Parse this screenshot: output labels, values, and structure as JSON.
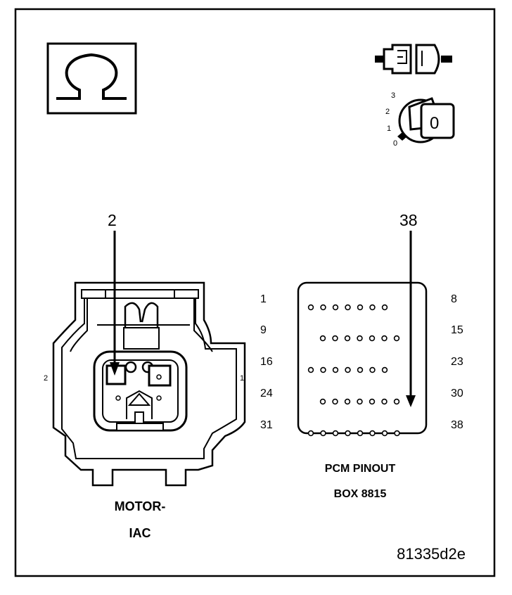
{
  "ohm_icon": {
    "symbol": "Ω",
    "name": "ohm-icon"
  },
  "icons": {
    "connector_disconnected": "connector-disconnected-icon",
    "ignition_key": "ignition-key-icon"
  },
  "ignition": {
    "positions": [
      "3",
      "2",
      "1",
      "0"
    ],
    "key_label": "0"
  },
  "motor_connector": {
    "pin_callout": "2",
    "side_left": "2",
    "side_right": "1",
    "label_line1": "MOTOR-",
    "label_line2": "IAC"
  },
  "pcm_box": {
    "pin_callout": "38",
    "row_labels_left": [
      "1",
      "9",
      "16",
      "24",
      "31"
    ],
    "row_labels_right": [
      "8",
      "15",
      "23",
      "30",
      "38"
    ],
    "row_pin_counts": [
      7,
      7,
      7,
      7,
      8
    ],
    "label_line1": "PCM PINOUT",
    "label_line2": "BOX 8815"
  },
  "figure_id": "81335d2e"
}
